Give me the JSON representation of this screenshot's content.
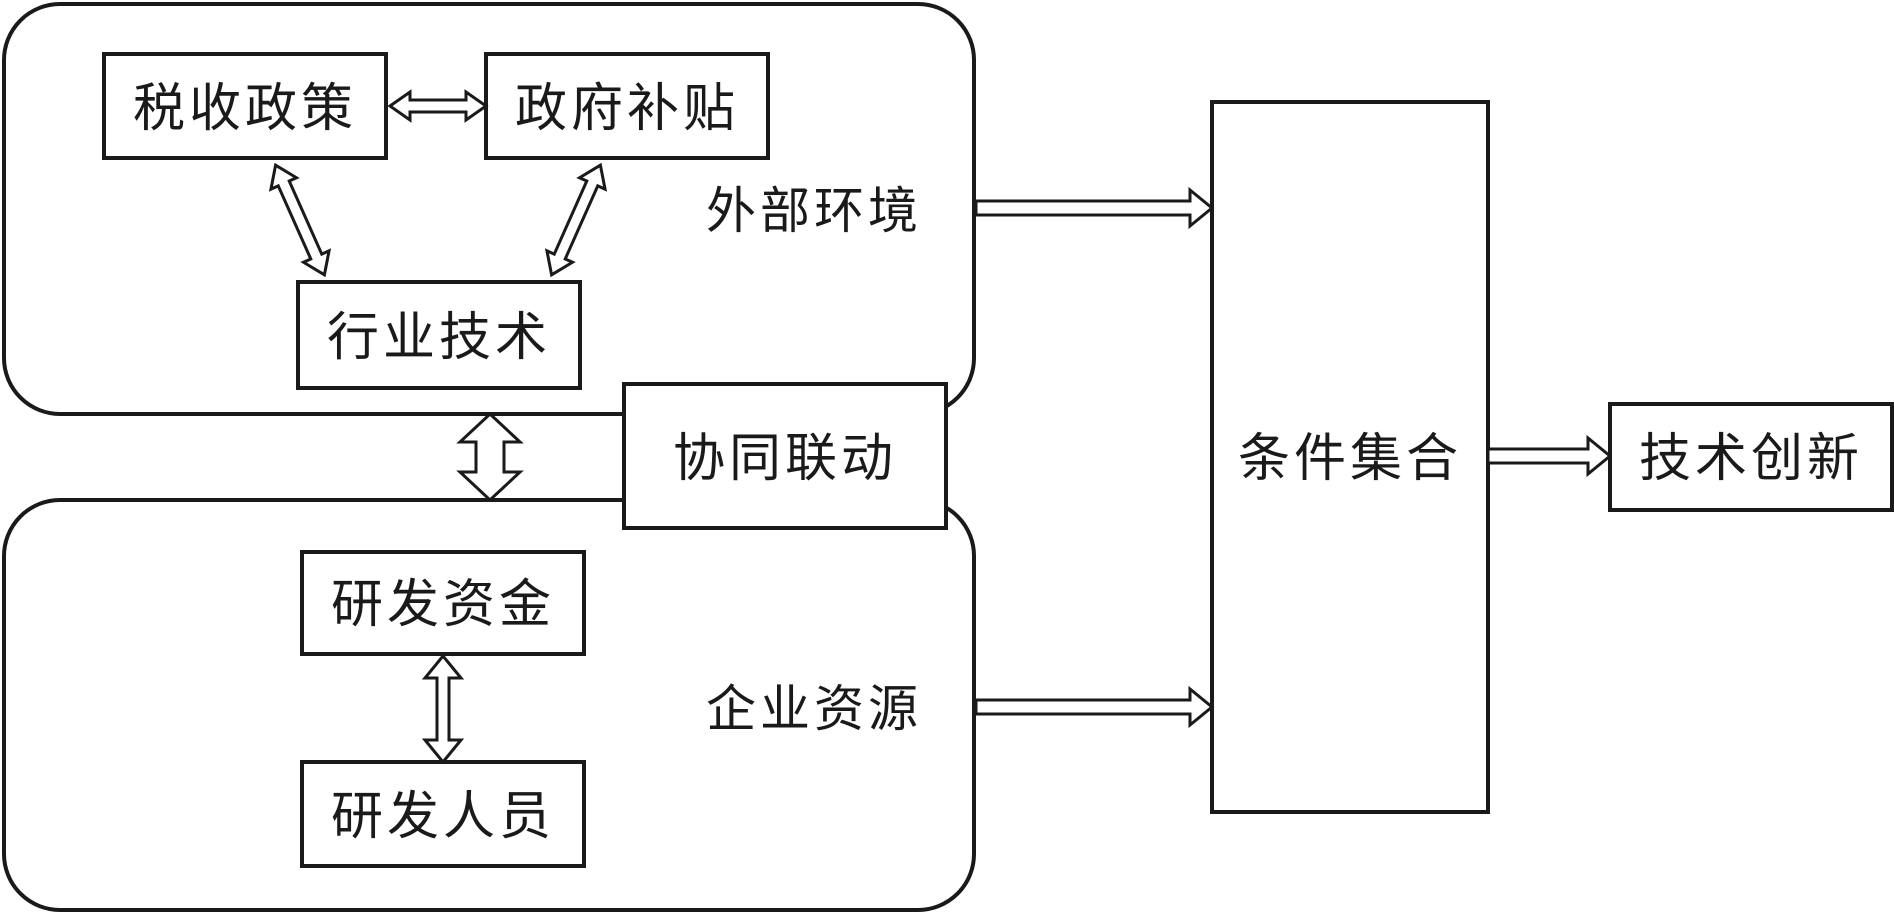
{
  "diagram": {
    "groups": {
      "external": {
        "label": "外部环境"
      },
      "enterprise": {
        "label": "企业资源"
      }
    },
    "nodes": {
      "tax_policy": "税收政策",
      "gov_subsidy": "政府补贴",
      "industry_tech": "行业技术",
      "synergy": "协同联动",
      "rd_funds": "研发资金",
      "rd_staff": "研发人员",
      "condition_set": "条件集合",
      "tech_innovation": "技术创新"
    },
    "edges": [
      {
        "from": "税收政策",
        "to": "政府补贴",
        "type": "bidirectional"
      },
      {
        "from": "税收政策",
        "to": "行业技术",
        "type": "bidirectional"
      },
      {
        "from": "政府补贴",
        "to": "行业技术",
        "type": "bidirectional"
      },
      {
        "from": "外部环境",
        "to": "企业资源",
        "type": "bidirectional"
      },
      {
        "from": "研发资金",
        "to": "研发人员",
        "type": "bidirectional"
      },
      {
        "from": "外部环境",
        "to": "条件集合",
        "type": "directed"
      },
      {
        "from": "企业资源",
        "to": "条件集合",
        "type": "directed"
      },
      {
        "from": "条件集合",
        "to": "技术创新",
        "type": "directed"
      }
    ],
    "colors": {
      "stroke": "#1a1a1a",
      "background": "#ffffff"
    }
  }
}
